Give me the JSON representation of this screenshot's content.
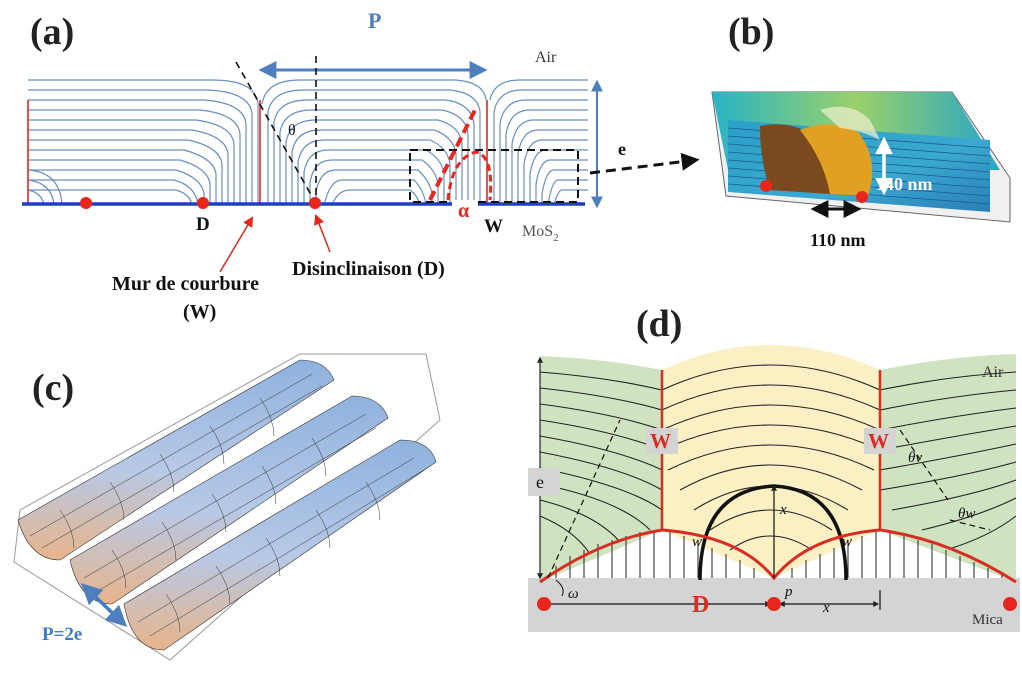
{
  "panel_a": {
    "label": "(a)",
    "period_label": "P",
    "air_label": "Air",
    "thickness_label": "e",
    "theta_label": "θ",
    "alpha_label": "α",
    "d_label": "D",
    "w_label": "W",
    "substrate_label": "MoS",
    "substrate_subscript": "2",
    "wall_label_line1": "Mur de courbure",
    "wall_label_line2": "(W)",
    "disclination_label": "Disinclinaison (D)",
    "colors": {
      "layers": "#6a8fbf",
      "substrate": "#1f3fc0",
      "defect": "#e8261e",
      "arrow": "#4d7fbf"
    }
  },
  "panel_b": {
    "label": "(b)",
    "height_label": "140 nm",
    "width_label": "110 nm"
  },
  "panel_c": {
    "label": "(c)",
    "period_label": "P=2e",
    "colors": {
      "cylinder_top": "#8fb2de",
      "cylinder_side": "#e8b48a",
      "label": "#3d7cc9"
    }
  },
  "panel_d": {
    "label": "(d)",
    "air_label": "Air",
    "wall_left": "W",
    "wall_right": "W",
    "thickness_label": "e",
    "d_label": "D",
    "mica_label": "Mica",
    "omega_label": "ω",
    "p_label": "p",
    "x_label_axis": "x",
    "x_label_vertical": "x",
    "w_label_left": "w",
    "w_label_right": "w",
    "theta_v1": "θv",
    "theta_v2": "θw",
    "colors": {
      "green": "#cfe3c0",
      "yellow": "#fbefc4",
      "red": "#d92c22",
      "gray": "#d4d4d4"
    }
  }
}
